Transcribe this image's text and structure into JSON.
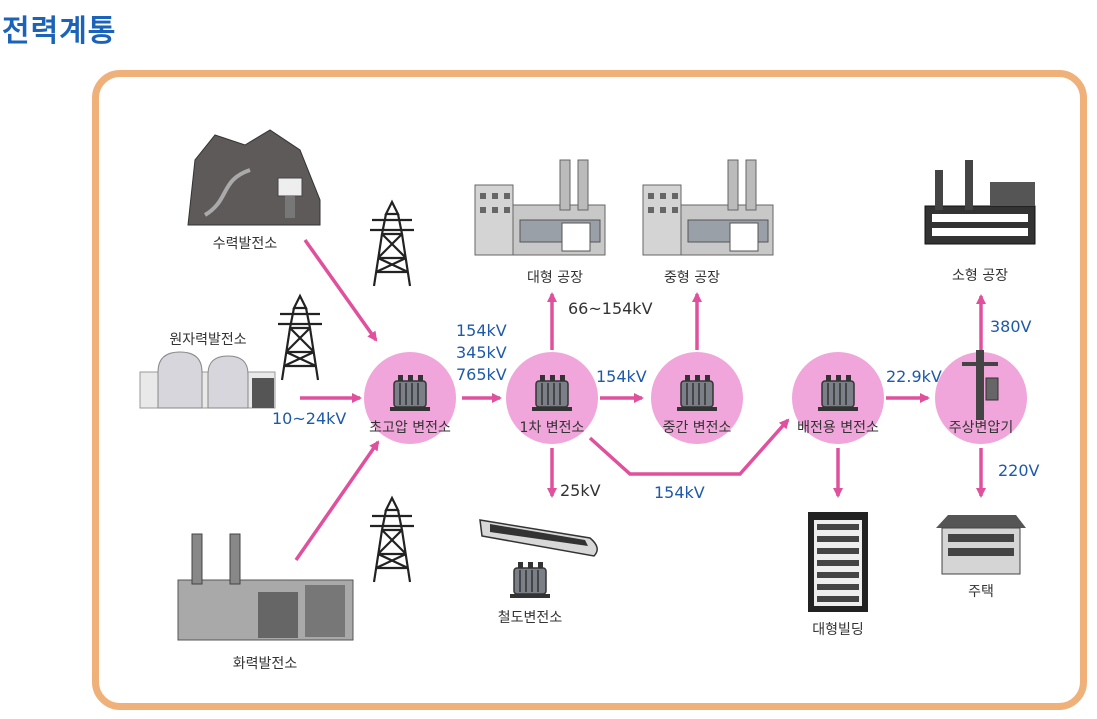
{
  "title": "전력계통",
  "colors": {
    "title": "#1b63b8",
    "frame": "#f0b07a",
    "arrow": "#e0509d",
    "node_fill": "#f0a6da",
    "voltage_text": "#1e5aa8",
    "label_text": "#333333"
  },
  "sources": {
    "hydro": "수력발전소",
    "nuclear": "원자력발전소",
    "thermal": "화력발전소"
  },
  "substations": {
    "ultra_high": "초고압 변전소",
    "primary": "1차 변전소",
    "intermediate": "중간 변전소",
    "distribution": "배전용 변전소",
    "pole_transformer": "주상변압기",
    "railway": "철도변전소"
  },
  "consumers": {
    "large_factory": "대형 공장",
    "medium_factory": "중형 공장",
    "small_factory": "소형 공장",
    "large_building": "대형빌딩",
    "house": "주택"
  },
  "voltages": {
    "generation": "10~24kV",
    "transmission_1": "154kV",
    "transmission_2": "345kV",
    "transmission_3": "765kV",
    "primary_to_intermediate": "154kV",
    "large_factory": "66~154kV",
    "railway": "25kV",
    "primary_to_distribution": "154kV",
    "distribution": "22.9kV",
    "small_factory": "380V",
    "house": "220V"
  },
  "icons": [
    "hydro-plant-icon",
    "nuclear-plant-icon",
    "thermal-plant-icon",
    "transmission-tower-icon",
    "transformer-icon",
    "factory-icon",
    "train-icon",
    "building-icon",
    "house-icon",
    "pole-transformer-icon"
  ]
}
